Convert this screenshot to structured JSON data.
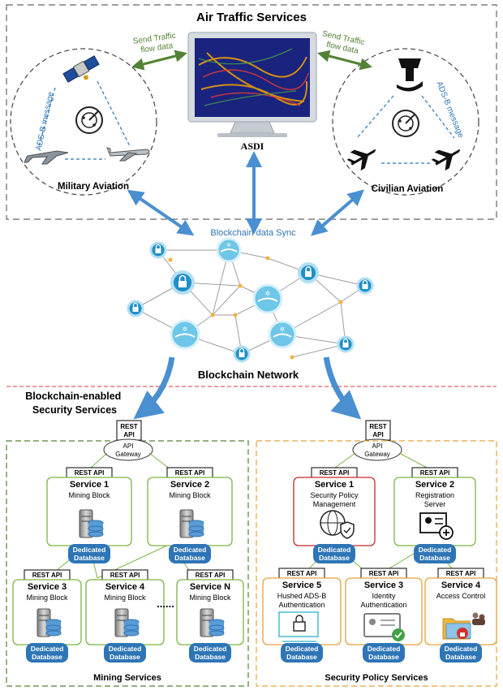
{
  "air_traffic": {
    "title": "Air Traffic Services",
    "asdi_label": "ASDI",
    "send_traffic_left": [
      "Send Traffic",
      "flow data"
    ],
    "send_traffic_right": [
      "Send Traffic",
      "flow data"
    ],
    "military_label": "Military Aviation",
    "civilian_label": "Civilian Aviation",
    "adsb_left": "ADS-B message",
    "adsb_right": "ADS-B message"
  },
  "blockchain": {
    "sync_label": "Blockchain data Sync",
    "network_label": "Blockchain Network"
  },
  "security_title": [
    "Blockchain-enabled",
    "Security Services"
  ],
  "common": {
    "rest_api": "REST API",
    "rest_api_gateway": [
      "REST",
      "API"
    ],
    "api_gateway": [
      "API",
      "Gateway"
    ],
    "dedicated_db": [
      "Dedicated",
      "Database"
    ]
  },
  "mining": {
    "title": "Mining Services",
    "ellipsis": "......",
    "services": [
      {
        "name": "Service 1",
        "desc": [
          "Mining Block"
        ]
      },
      {
        "name": "Service 2",
        "desc": [
          "Mining Block"
        ]
      },
      {
        "name": "Service 3",
        "desc": [
          "Mining Block"
        ]
      },
      {
        "name": "Service 4",
        "desc": [
          "Mining Block"
        ]
      },
      {
        "name": "Service N",
        "desc": [
          "Mining Block"
        ]
      }
    ]
  },
  "security": {
    "title": "Security Policy Services",
    "services": [
      {
        "name": "Service 1",
        "desc": [
          "Security Policy",
          "Management"
        ]
      },
      {
        "name": "Service 2",
        "desc": [
          "Registration",
          "Server"
        ]
      },
      {
        "name": "Service 5",
        "desc": [
          "Hushed ADS-B",
          "Authentication"
        ]
      },
      {
        "name": "Service 3",
        "desc": [
          "Identity",
          "Authentication"
        ]
      },
      {
        "name": "Service 4",
        "desc": [
          "Access Control"
        ]
      }
    ]
  },
  "colors": {
    "service_green": "#7cb342",
    "service_red": "#c62828",
    "service_orange": "#e6a23c",
    "db_blue": "#2e75b6",
    "arrow_blue": "#4a8fd0",
    "arrow_green": "#548235"
  }
}
